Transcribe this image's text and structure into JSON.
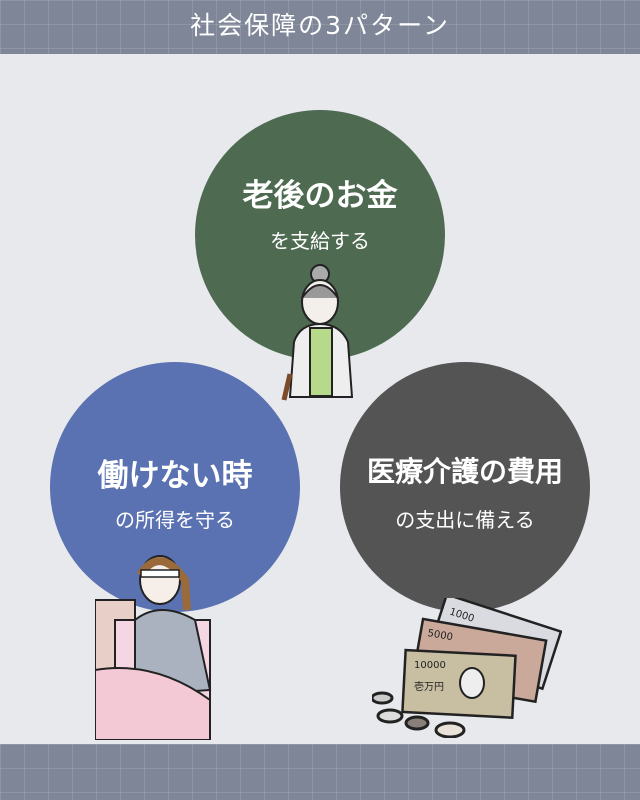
{
  "header": {
    "title": "社会保障の3パターン"
  },
  "patterns": [
    {
      "title": "老後のお金",
      "subtitle": "を支給する",
      "color": "#4e6a51",
      "icon": "elderly-woman-icon"
    },
    {
      "title": "働けない時",
      "subtitle": "の所得を守る",
      "color": "#5a72b1",
      "icon": "sick-woman-icon"
    },
    {
      "title": "医療介護の費用",
      "subtitle": "の支出に備える",
      "color": "#545454",
      "icon": "yen-bills-icon"
    }
  ],
  "bills": {
    "b10000": "10000",
    "b10000_kanji": "壱万円",
    "b5000": "5000",
    "b1000": "1000"
  }
}
